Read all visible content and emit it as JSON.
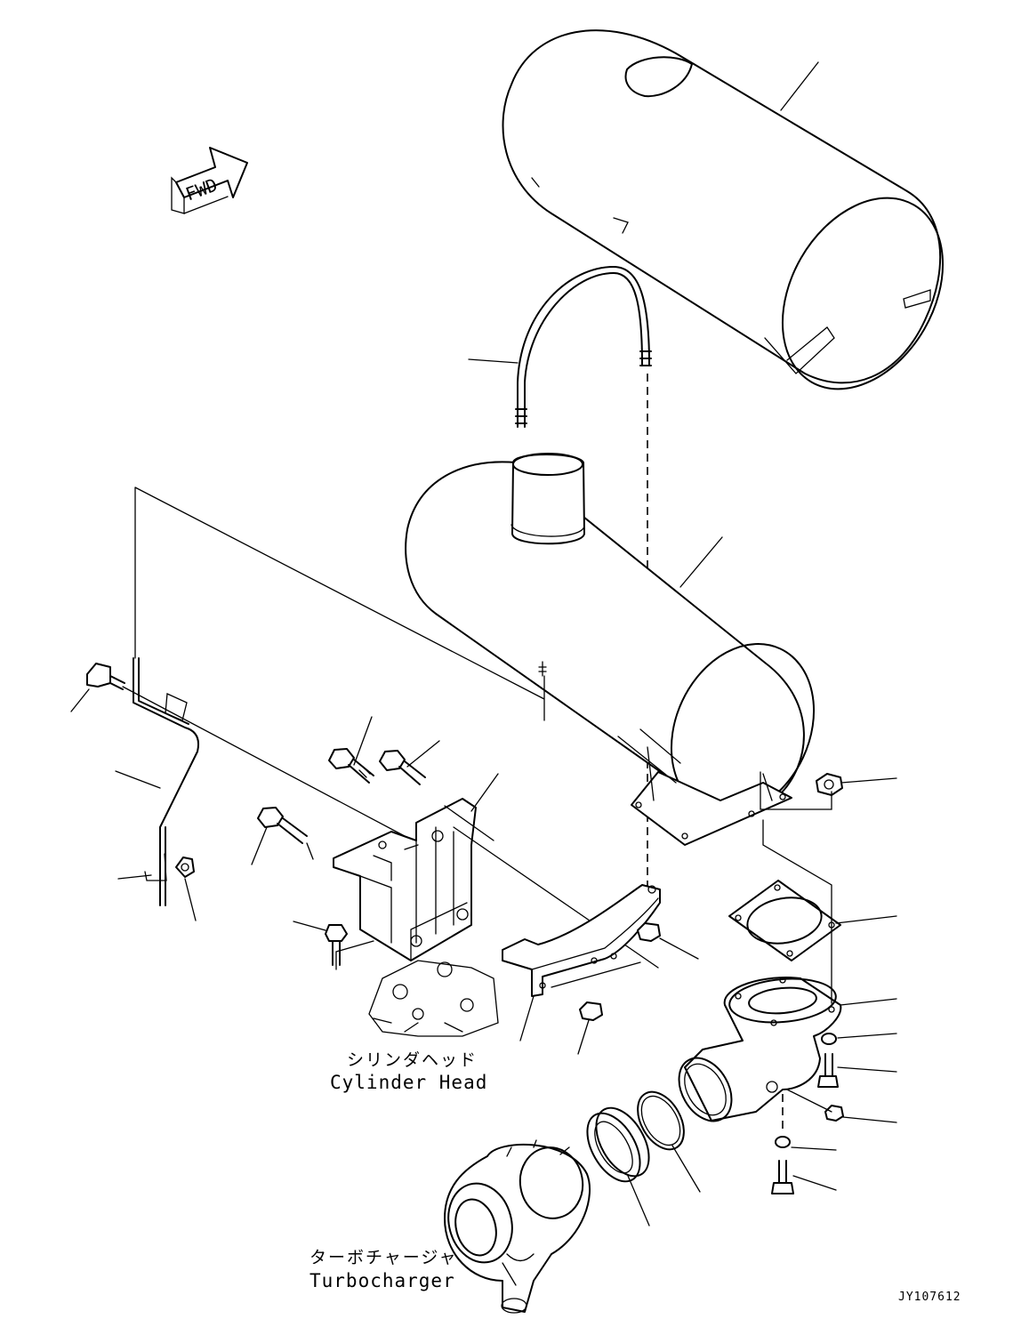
{
  "fwd_arrow": {
    "label": "FWD"
  },
  "labels": {
    "cylinder_head_jp": "シリンダヘッド",
    "cylinder_head_en": "Cylinder Head",
    "turbocharger_jp": "ターボチャージャ",
    "turbocharger_en": "Turbocharger"
  },
  "drawing_code": "JY107612"
}
